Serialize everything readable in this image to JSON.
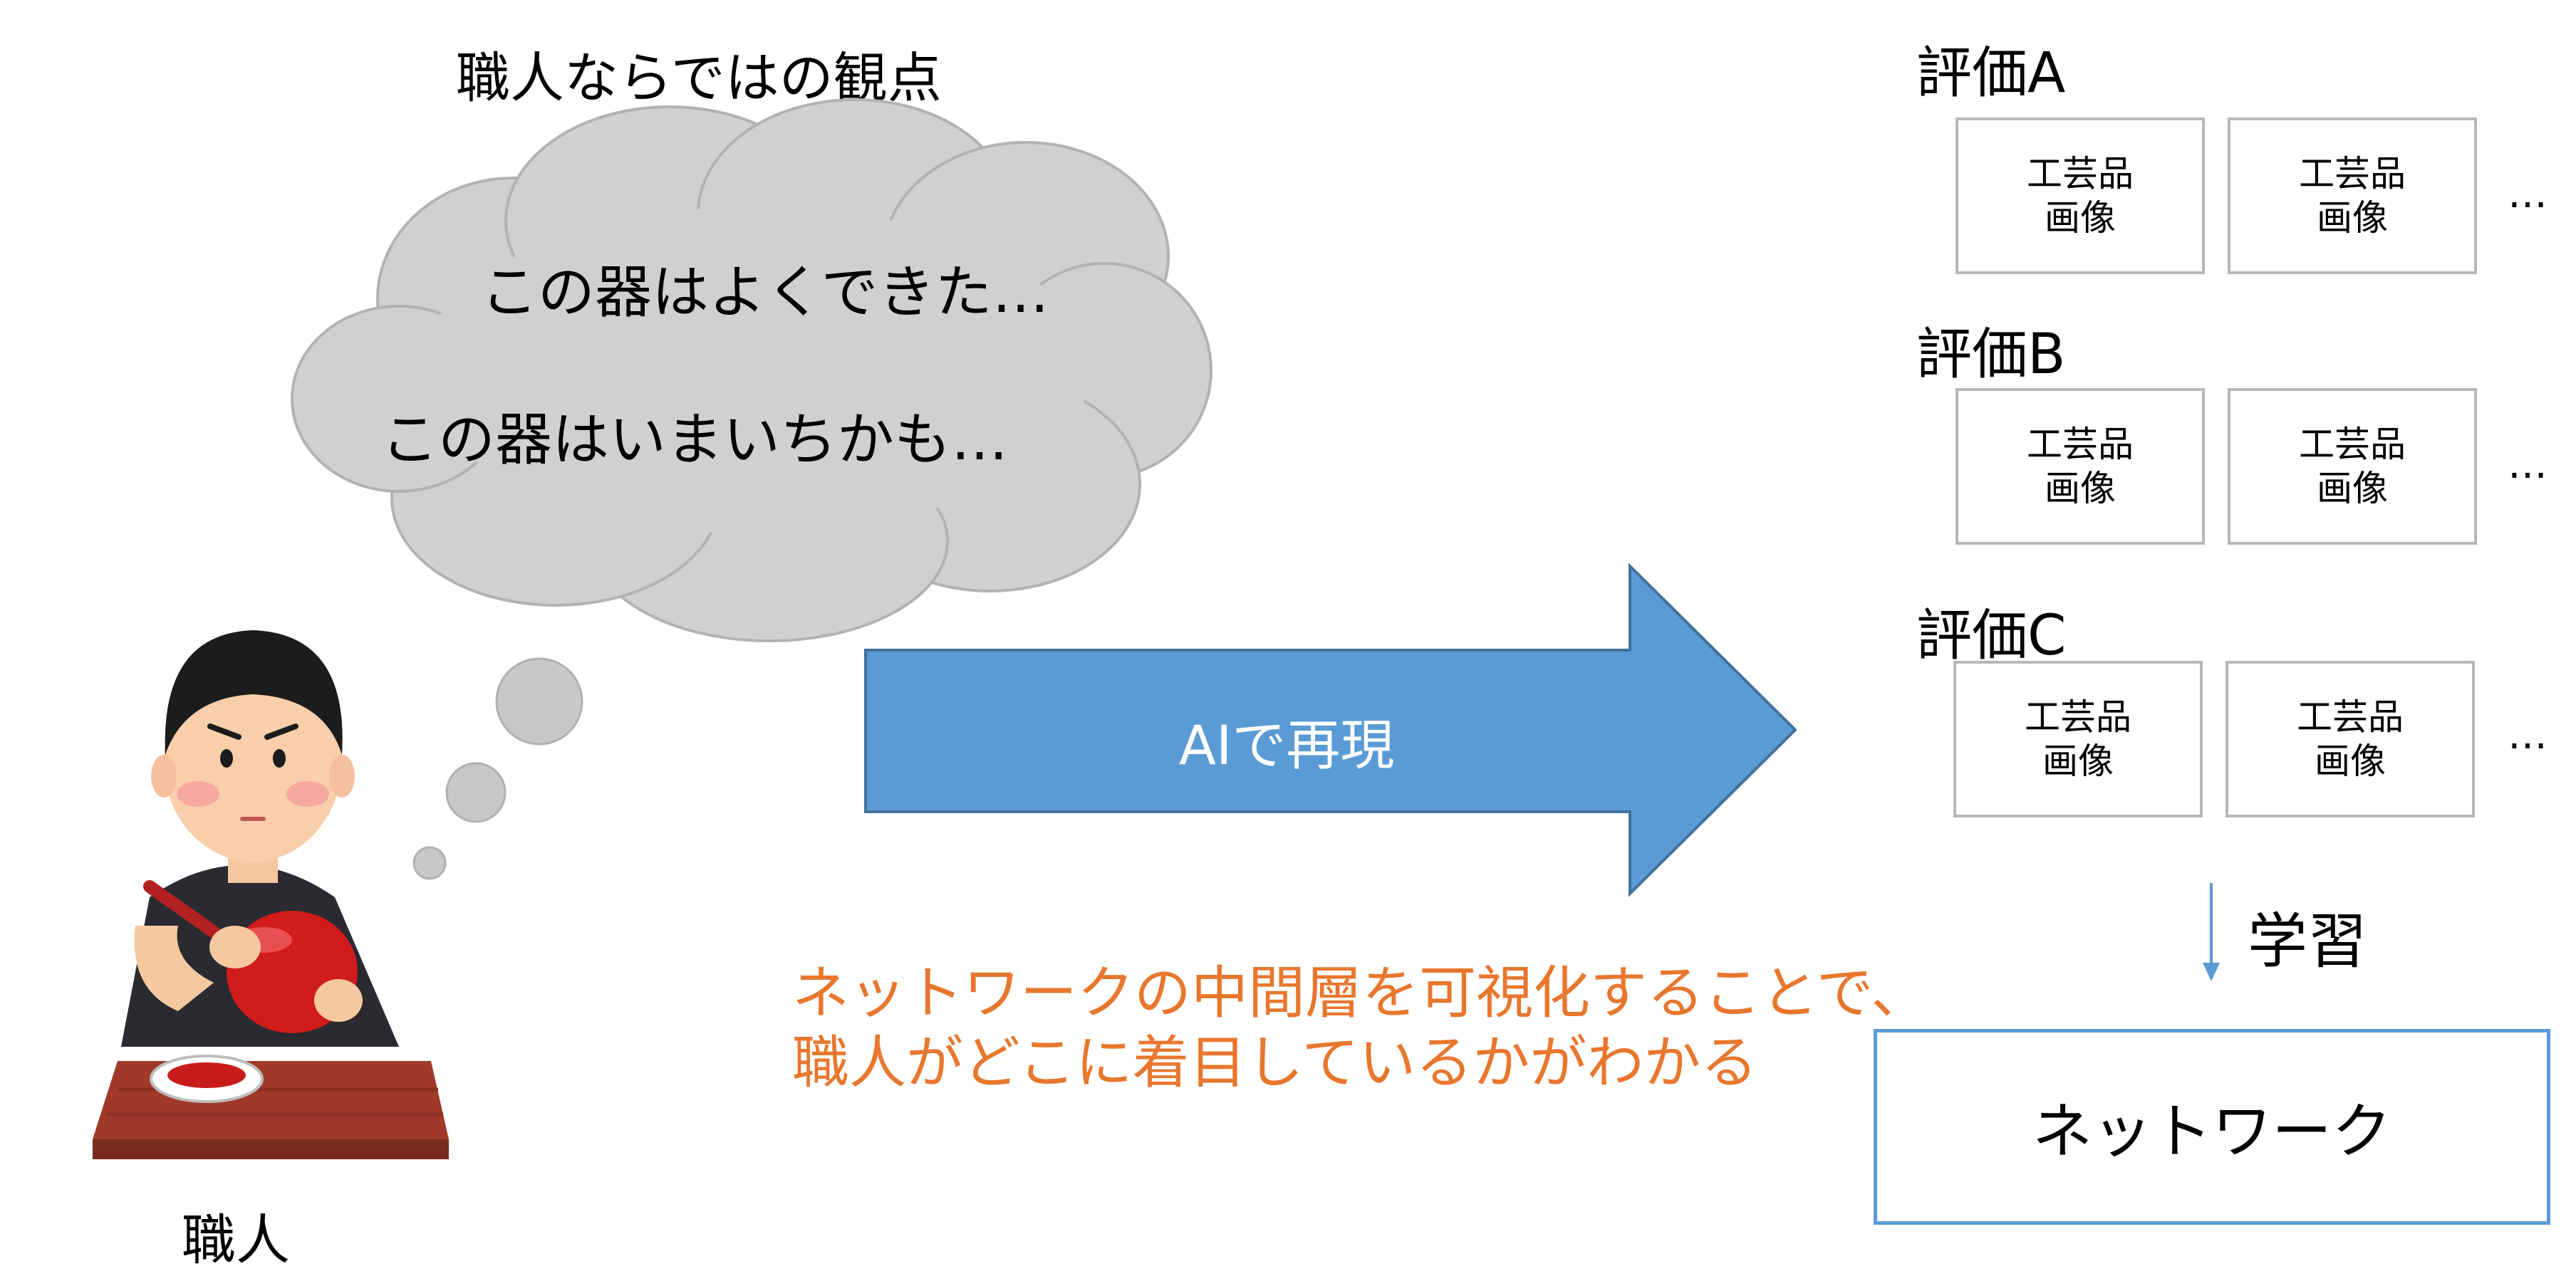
{
  "thought": {
    "title": "職人ならではの観点",
    "line1": "この器はよくできた…",
    "line2": "この器はいまいちかも…"
  },
  "person": {
    "label": "職人"
  },
  "arrow": {
    "label": "AIで再現",
    "color": "#5b9bd5"
  },
  "note": {
    "line1": "ネットワークの中間層を可視化することで、",
    "line2": "職人がどこに着目しているかがわかる",
    "color": "#e8772e"
  },
  "evaluations": [
    {
      "title": "評価A",
      "img_line1": "工芸品",
      "img_line2": "画像",
      "more": "…"
    },
    {
      "title": "評価B",
      "img_line1": "工芸品",
      "img_line2": "画像",
      "more": "…"
    },
    {
      "title": "評価C",
      "img_line1": "工芸品",
      "img_line2": "画像",
      "more": "…"
    }
  ],
  "learning": {
    "label": "学習"
  },
  "network": {
    "label": "ネットワーク",
    "border_color": "#5b9bd5"
  }
}
